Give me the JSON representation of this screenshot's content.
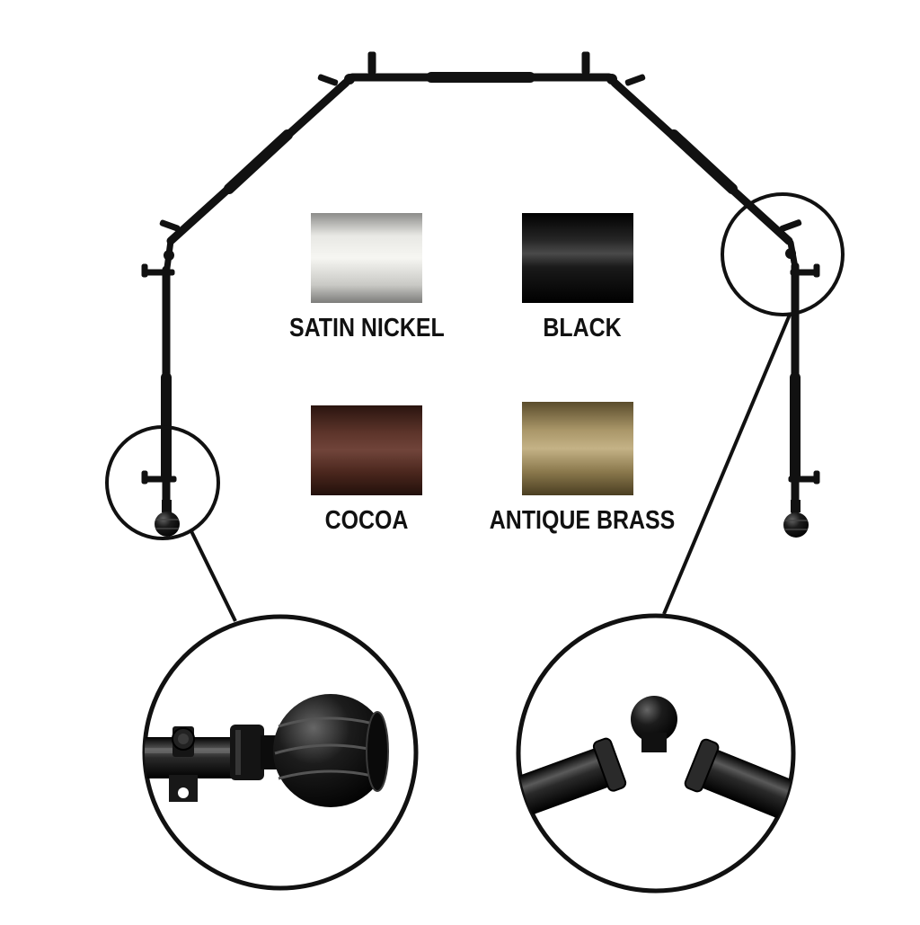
{
  "product": {
    "finishes": [
      {
        "label": "SATIN NICKEL",
        "color": "#d4d4d0"
      },
      {
        "label": "BLACK",
        "color": "#101010"
      },
      {
        "label": "COCOA",
        "color": "#4a2a22"
      },
      {
        "label": "ANTIQUE BRASS",
        "color": "#8a7a52"
      }
    ],
    "rod_color": "#111111",
    "callouts": [
      "finial-detail",
      "corner-connector-detail"
    ]
  }
}
